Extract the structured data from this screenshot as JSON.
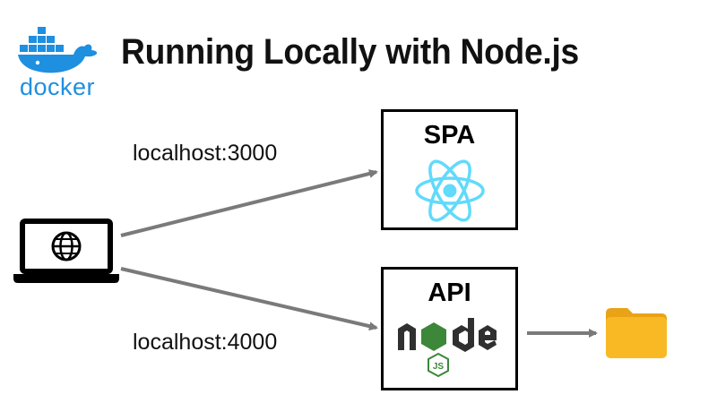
{
  "header": {
    "title": "Running Locally with Node.js"
  },
  "logo": {
    "wordmark": "docker",
    "icon": "docker-whale-icon",
    "color": "#1f8fe0"
  },
  "client": {
    "icon": "laptop-globe-icon"
  },
  "routes": [
    {
      "label": "localhost:3000",
      "target": "SPA"
    },
    {
      "label": "localhost:4000",
      "target": "API"
    }
  ],
  "services": {
    "spa": {
      "label": "SPA",
      "icon": "react-icon",
      "icon_color": "#61dafb"
    },
    "api": {
      "label": "API",
      "icon": "nodejs-logo",
      "icon_color": "#3c873a"
    }
  },
  "storage": {
    "icon": "folder-icon",
    "color": "#f9b925"
  },
  "colors": {
    "arrow": "#7a7a7a",
    "text": "#111111"
  }
}
